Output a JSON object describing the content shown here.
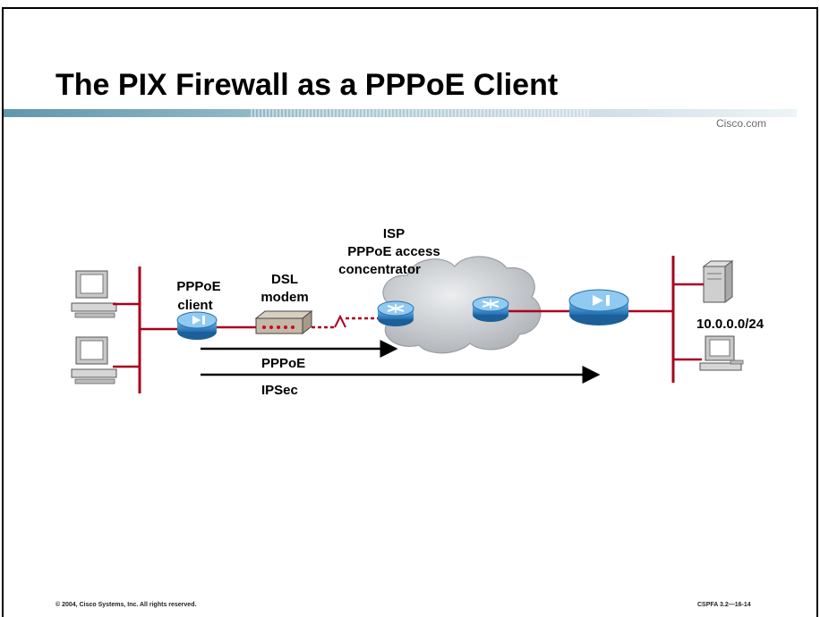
{
  "slide": {
    "title": "The PIX Firewall as a PPPoE Client",
    "brand": "Cisco.com",
    "footer_left": "© 2004, Cisco Systems, Inc. All rights reserved.",
    "footer_right": "CSPFA 3.2—16-14"
  },
  "diagram": {
    "labels": {
      "pppoe_client_line1": "PPPoE",
      "pppoe_client_line2": "client",
      "dsl_line1": "DSL",
      "dsl_line2": "modem",
      "isp_line1": "ISP",
      "isp_line2": "PPPoE access",
      "isp_line3": "concentrator",
      "network": "10.0.0.0/24",
      "pppoe_tunnel": "PPPoE",
      "ipsec_tunnel": "IPSec"
    },
    "colors": {
      "link": "#a8001e",
      "device_blue": "#3a8fd0",
      "cloud": "#c9ccd0",
      "header_bar": "#8fb3c2"
    }
  }
}
